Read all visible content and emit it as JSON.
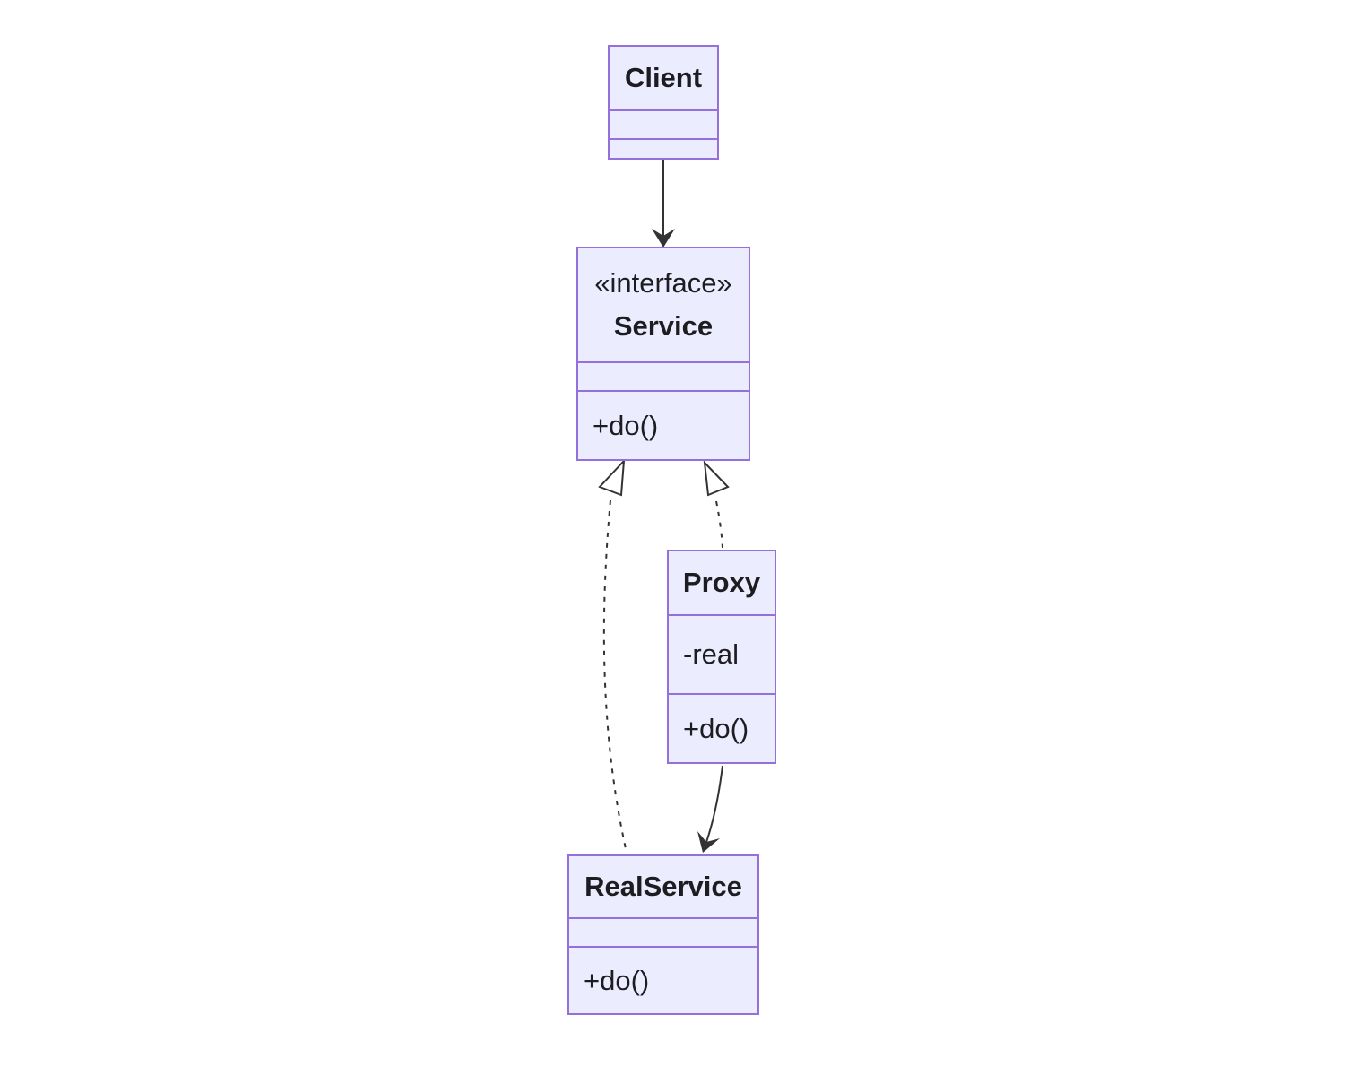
{
  "diagram": {
    "type": "uml-class-diagram",
    "pattern": "Proxy",
    "classes": {
      "client": {
        "name": "Client",
        "stereotype": "",
        "attributes": [],
        "methods": []
      },
      "service": {
        "name": "Service",
        "stereotype": "«interface»",
        "attributes": [],
        "methods": [
          "+do()"
        ]
      },
      "proxy": {
        "name": "Proxy",
        "stereotype": "",
        "attributes": [
          "-real"
        ],
        "methods": [
          "+do()"
        ]
      },
      "realservice": {
        "name": "RealService",
        "stereotype": "",
        "attributes": [],
        "methods": [
          "+do()"
        ]
      }
    },
    "relations": [
      {
        "from": "Client",
        "to": "Service",
        "type": "dependency",
        "line": "solid",
        "head": "filled-vee"
      },
      {
        "from": "RealService",
        "to": "Service",
        "type": "realization",
        "line": "dashed",
        "head": "hollow-triangle"
      },
      {
        "from": "Proxy",
        "to": "Service",
        "type": "realization",
        "line": "dashed",
        "head": "hollow-triangle"
      },
      {
        "from": "Proxy",
        "to": "RealService",
        "type": "dependency",
        "line": "solid",
        "head": "filled-vee"
      }
    ],
    "colors": {
      "box_fill": "#ECECFF",
      "box_border": "#9370DB",
      "line": "#333333",
      "text": "#1d1d21",
      "canvas_bg": "#ffffff"
    }
  }
}
